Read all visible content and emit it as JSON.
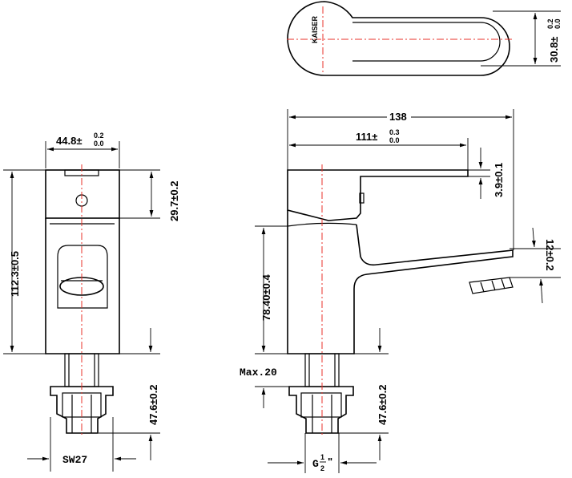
{
  "top_view": {
    "width_dim": "30.8",
    "tol_upper": "0.2",
    "tol_lower": "0.0",
    "logo": "KAISER"
  },
  "front_view": {
    "width_dim": "44.8",
    "width_tol_upper": "0.2",
    "width_tol_lower": "0.0",
    "handle_height": "29.7±0.2",
    "body_height": "112.3±0.5",
    "shank_length": "47.6±0.2",
    "wrench_size": "SW27"
  },
  "side_view": {
    "overall_length": "138",
    "spout_length": "111",
    "spout_tol_upper": "0.3",
    "spout_tol_lower": "0.0",
    "lever_thickness": "3.9±0.1",
    "body_height": "78.40±0.4",
    "max_deck": "Max.20",
    "shank_length": "47.6±0.2",
    "outlet_dim": "12±0.2",
    "thread": {
      "prefix": "G",
      "num": "1",
      "den": "2",
      "suffix": "\""
    }
  }
}
